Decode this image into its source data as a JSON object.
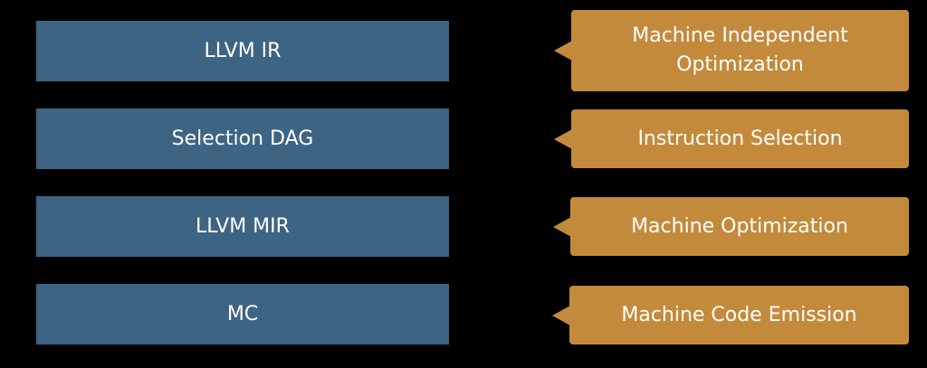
{
  "stages": [
    {
      "label": "LLVM IR"
    },
    {
      "label": "Selection DAG"
    },
    {
      "label": "LLVM MIR"
    },
    {
      "label": "MC"
    }
  ],
  "callouts": [
    {
      "label": "Machine Independent\nOptimization"
    },
    {
      "label": "Instruction Selection"
    },
    {
      "label": "Machine Optimization"
    },
    {
      "label": "Machine Code Emission"
    }
  ],
  "colors": {
    "background": "#000000",
    "stage": "#3d6483",
    "callout": "#c48a3c",
    "text": "#ffffff"
  }
}
